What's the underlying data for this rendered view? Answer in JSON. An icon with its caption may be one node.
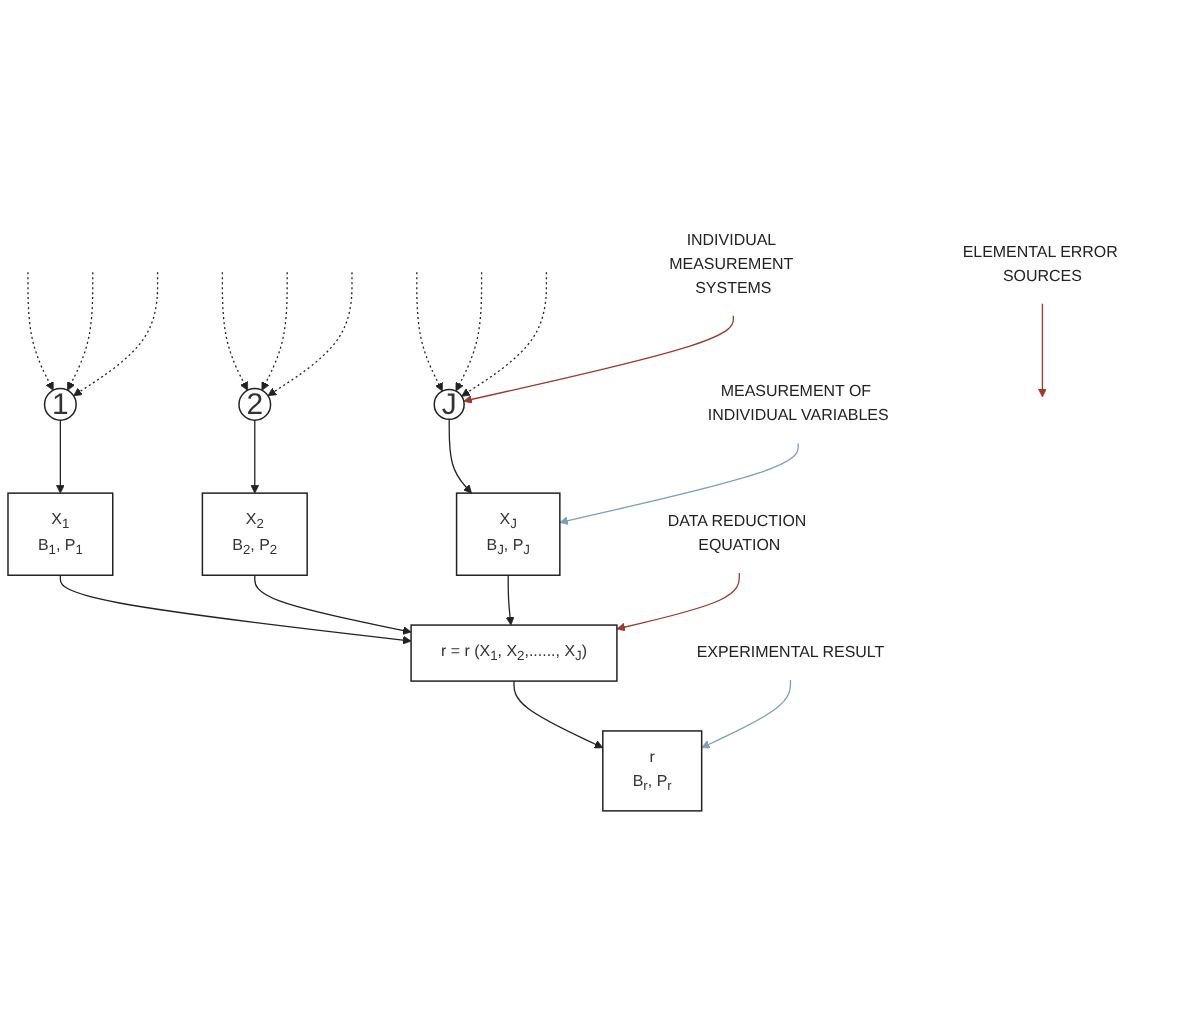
{
  "diagram": {
    "nodes": [
      {
        "text": [
          "1"
        ]
      },
      {
        "text": [
          "2"
        ]
      },
      {
        "text": [
          "J"
        ]
      },
      {
        "text": [
          "X$_{1}$",
          "B$_{1}$, P$_{1}$"
        ]
      },
      {
        "text": [
          "X$_{2}$",
          "B$_{2}$, P$_{2}$"
        ]
      },
      {
        "text": [
          "X$_{J}$",
          "B$_{J}$, P$_{J}$"
        ]
      },
      {
        "text": [
          "r = r (X$_{1}$, X$_{2}$,......, X$_{J}$)"
        ]
      },
      {
        "text": [
          "r",
          "B$_{r}$, P$_{r}$"
        ]
      },
      {
        "text": [
          "ELEMENTAL ERROR SOURCES"
        ]
      },
      {
        "text": [
          "INDIVIDUAL MEASUREMENT SYSTEMS"
        ]
      },
      {
        "text": [
          "MEASUREMENT OF INDIVIDUAL VARIABLES"
        ]
      },
      {
        "text": [
          "DATA REDUCTION EQUATION"
        ]
      },
      {
        "text": [
          "EXPERIMENTAL RESULT"
        ]
      }
    ],
    "edges": [
      {
        "from": null,
        "to": 0,
        "arrow": "to",
        "style": "dashed"
      },
      {
        "from": null,
        "to": 0,
        "arrow": "to",
        "style": "dashed"
      },
      {
        "from": null,
        "to": 0,
        "arrow": "to",
        "style": "dashed"
      },
      {
        "from": null,
        "to": 1,
        "arrow": "to",
        "style": "dashed"
      },
      {
        "from": null,
        "to": 1,
        "arrow": "to",
        "style": "dashed"
      },
      {
        "from": null,
        "to": 1,
        "arrow": "to",
        "style": "dashed"
      },
      {
        "from": null,
        "to": 2,
        "arrow": "to",
        "style": "dashed"
      },
      {
        "from": null,
        "to": 2,
        "arrow": "to",
        "style": "dashed"
      },
      {
        "from": null,
        "to": 2,
        "arrow": "to",
        "style": "dashed"
      },
      {
        "from": 0,
        "to": 3,
        "arrow": "to"
      },
      {
        "from": 1,
        "to": 4,
        "arrow": "to"
      },
      {
        "from": 2,
        "to": 5,
        "arrow": "to"
      },
      {
        "from": 3,
        "to": 6,
        "arrow": "to"
      },
      {
        "from": 4,
        "to": 6,
        "arrow": "to"
      },
      {
        "from": 5,
        "to": 6,
        "arrow": "to"
      },
      {
        "from": 6,
        "to": 7,
        "arrow": "to"
      },
      {
        "from": 8,
        "to": null,
        "arrow": "to",
        "color": "#9a3b2e"
      },
      {
        "from": 9,
        "to": 2,
        "arrow": "to",
        "color": "#9a3b2e"
      },
      {
        "from": 10,
        "to": 5,
        "arrow": "to",
        "color": "#7f9fb8"
      },
      {
        "from": 11,
        "to": 6,
        "arrow": "to",
        "color": "#9a3b2e"
      },
      {
        "from": 12,
        "to": 7,
        "arrow": "to",
        "color": "#7f9fb8"
      }
    ]
  }
}
